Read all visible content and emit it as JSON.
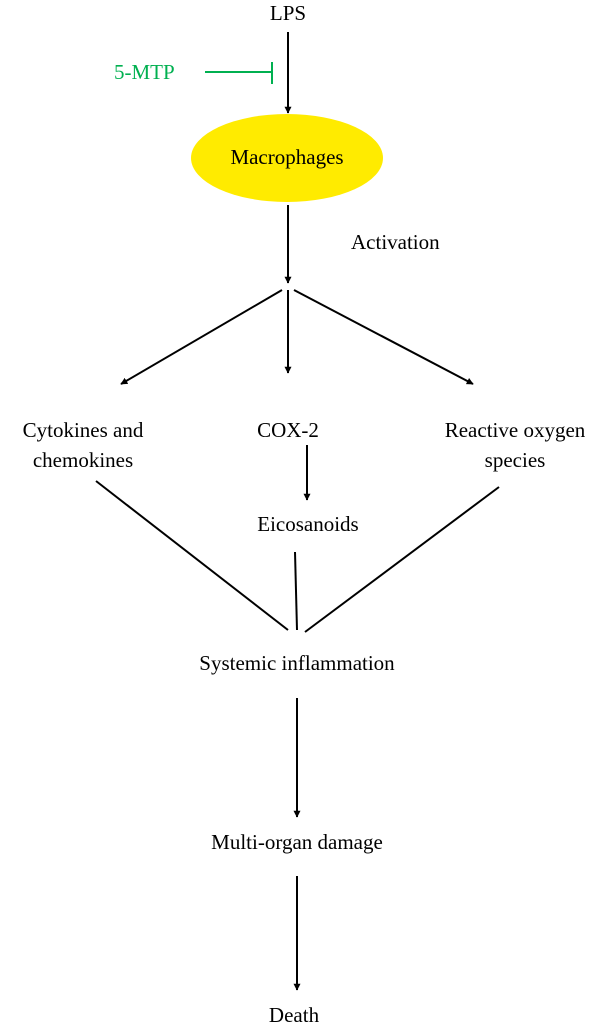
{
  "nodes": {
    "lps": "LPS",
    "inhibitor": "5-MTP",
    "macrophages": "Macrophages",
    "activation": "Activation",
    "cytokines_line1": "Cytokines and",
    "cytokines_line2": "chemokines",
    "cox2": "COX-2",
    "ros_line1": "Reactive oxygen",
    "ros_line2": "species",
    "eicosanoids": "Eicosanoids",
    "systemic": "Systemic inflammation",
    "multiorgan": "Multi-organ damage",
    "death": "Death"
  },
  "colors": {
    "ellipse_fill": "#ffeb00",
    "inhibitor": "#00b050",
    "line": "#000000"
  }
}
